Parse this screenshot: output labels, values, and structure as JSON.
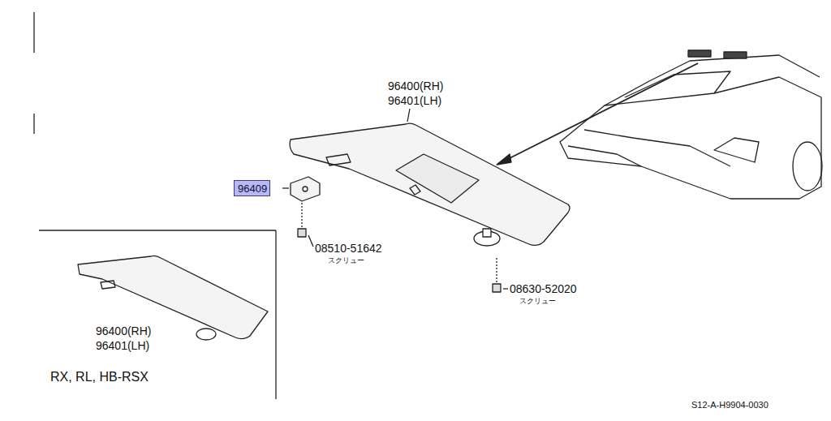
{
  "diagram": {
    "nodes": [
      {
        "text": [
          "96409"
        ]
      }
    ],
    "labels": [
      "96400(RH)",
      "96401(LH)",
      "08510-51642",
      "スクリュー",
      "08630-52020",
      "スクリュー",
      "96400(RH)",
      "96401(LH)",
      "RX, RL, HB-RSX",
      "S12-A-H9904-0030"
    ]
  }
}
